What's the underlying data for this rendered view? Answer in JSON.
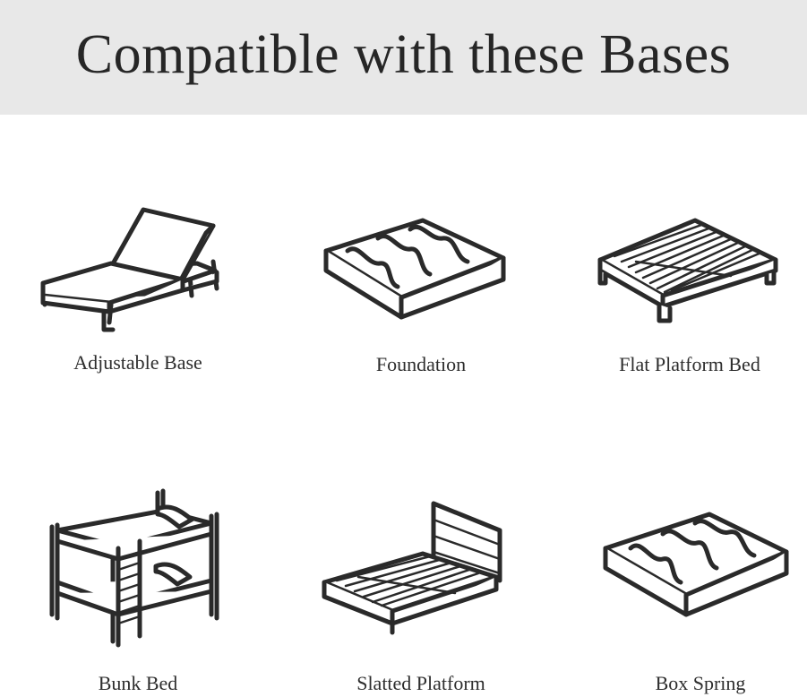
{
  "title": "Compatible with these Bases",
  "bases": [
    {
      "label": "Adjustable Base",
      "icon": "adjustable-base-icon"
    },
    {
      "label": "Foundation",
      "icon": "foundation-icon"
    },
    {
      "label": "Flat Platform Bed",
      "icon": "flat-platform-bed-icon"
    },
    {
      "label": "Bunk Bed",
      "icon": "bunk-bed-icon"
    },
    {
      "label": "Slatted Platform",
      "icon": "slatted-platform-icon"
    },
    {
      "label": "Box Spring",
      "icon": "box-spring-icon"
    }
  ]
}
